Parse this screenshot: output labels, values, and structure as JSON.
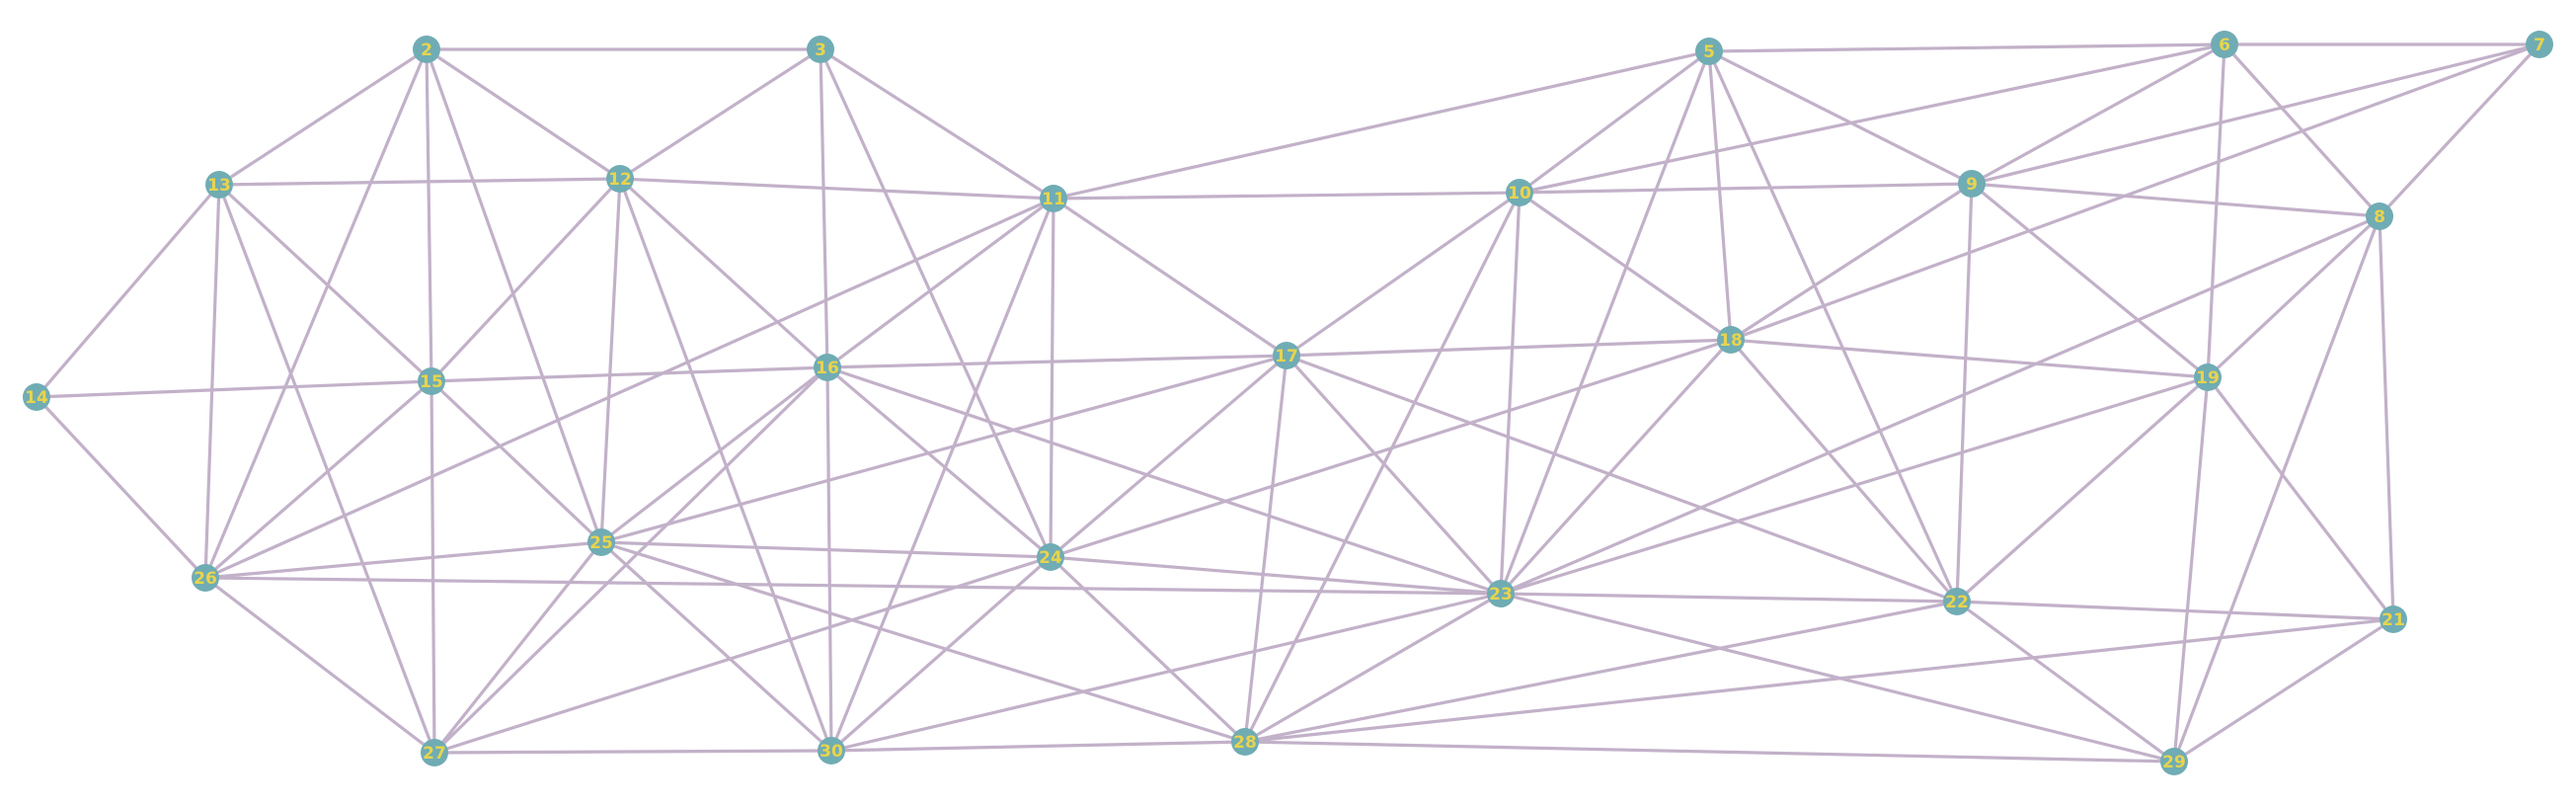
{
  "graph": {
    "colors": {
      "edge": "#c2b1c9",
      "node_fill": "#70acb4",
      "node_label": "#e8d44d",
      "background": "#ffffff"
    },
    "nodes": [
      {
        "id": "2"
      },
      {
        "id": "3"
      },
      {
        "id": "5"
      },
      {
        "id": "6"
      },
      {
        "id": "7"
      },
      {
        "id": "8"
      },
      {
        "id": "9"
      },
      {
        "id": "10"
      },
      {
        "id": "11"
      },
      {
        "id": "12"
      },
      {
        "id": "13"
      },
      {
        "id": "14"
      },
      {
        "id": "15"
      },
      {
        "id": "16"
      },
      {
        "id": "17"
      },
      {
        "id": "18"
      },
      {
        "id": "19"
      },
      {
        "id": "21"
      },
      {
        "id": "22"
      },
      {
        "id": "23"
      },
      {
        "id": "24"
      },
      {
        "id": "25"
      },
      {
        "id": "26"
      },
      {
        "id": "27"
      },
      {
        "id": "28"
      },
      {
        "id": "29"
      },
      {
        "id": "30"
      }
    ],
    "edges": [
      [
        "2",
        "3"
      ],
      [
        "2",
        "12"
      ],
      [
        "2",
        "13"
      ],
      [
        "2",
        "15"
      ],
      [
        "2",
        "25"
      ],
      [
        "2",
        "26"
      ],
      [
        "3",
        "12"
      ],
      [
        "3",
        "11"
      ],
      [
        "3",
        "16"
      ],
      [
        "3",
        "24"
      ],
      [
        "5",
        "6"
      ],
      [
        "5",
        "10"
      ],
      [
        "5",
        "11"
      ],
      [
        "5",
        "9"
      ],
      [
        "5",
        "18"
      ],
      [
        "5",
        "23"
      ],
      [
        "5",
        "22"
      ],
      [
        "6",
        "7"
      ],
      [
        "6",
        "9"
      ],
      [
        "6",
        "10"
      ],
      [
        "6",
        "8"
      ],
      [
        "6",
        "19"
      ],
      [
        "7",
        "9"
      ],
      [
        "7",
        "18"
      ],
      [
        "7",
        "8"
      ],
      [
        "8",
        "9"
      ],
      [
        "8",
        "19"
      ],
      [
        "8",
        "23"
      ],
      [
        "8",
        "21"
      ],
      [
        "8",
        "29"
      ],
      [
        "9",
        "10"
      ],
      [
        "9",
        "18"
      ],
      [
        "9",
        "19"
      ],
      [
        "9",
        "22"
      ],
      [
        "10",
        "11"
      ],
      [
        "10",
        "17"
      ],
      [
        "10",
        "18"
      ],
      [
        "10",
        "23"
      ],
      [
        "10",
        "28"
      ],
      [
        "11",
        "12"
      ],
      [
        "11",
        "16"
      ],
      [
        "11",
        "17"
      ],
      [
        "11",
        "24"
      ],
      [
        "11",
        "26"
      ],
      [
        "11",
        "30"
      ],
      [
        "12",
        "13"
      ],
      [
        "12",
        "15"
      ],
      [
        "12",
        "16"
      ],
      [
        "12",
        "25"
      ],
      [
        "12",
        "30"
      ],
      [
        "13",
        "14"
      ],
      [
        "13",
        "15"
      ],
      [
        "13",
        "26"
      ],
      [
        "13",
        "27"
      ],
      [
        "14",
        "15"
      ],
      [
        "14",
        "26"
      ],
      [
        "15",
        "16"
      ],
      [
        "15",
        "25"
      ],
      [
        "15",
        "26"
      ],
      [
        "15",
        "27"
      ],
      [
        "16",
        "17"
      ],
      [
        "16",
        "24"
      ],
      [
        "16",
        "25"
      ],
      [
        "16",
        "23"
      ],
      [
        "16",
        "30"
      ],
      [
        "16",
        "27"
      ],
      [
        "17",
        "18"
      ],
      [
        "17",
        "24"
      ],
      [
        "17",
        "23"
      ],
      [
        "17",
        "22"
      ],
      [
        "17",
        "28"
      ],
      [
        "17",
        "25"
      ],
      [
        "18",
        "19"
      ],
      [
        "18",
        "23"
      ],
      [
        "18",
        "22"
      ],
      [
        "18",
        "24"
      ],
      [
        "19",
        "22"
      ],
      [
        "19",
        "23"
      ],
      [
        "19",
        "21"
      ],
      [
        "19",
        "29"
      ],
      [
        "21",
        "22"
      ],
      [
        "21",
        "28"
      ],
      [
        "21",
        "29"
      ],
      [
        "22",
        "23"
      ],
      [
        "22",
        "28"
      ],
      [
        "22",
        "29"
      ],
      [
        "23",
        "24"
      ],
      [
        "23",
        "26"
      ],
      [
        "23",
        "28"
      ],
      [
        "23",
        "30"
      ],
      [
        "23",
        "29"
      ],
      [
        "24",
        "25"
      ],
      [
        "24",
        "27"
      ],
      [
        "24",
        "30"
      ],
      [
        "24",
        "28"
      ],
      [
        "25",
        "26"
      ],
      [
        "25",
        "27"
      ],
      [
        "25",
        "30"
      ],
      [
        "25",
        "28"
      ],
      [
        "26",
        "27"
      ],
      [
        "27",
        "30"
      ],
      [
        "28",
        "30"
      ],
      [
        "28",
        "29"
      ]
    ]
  }
}
